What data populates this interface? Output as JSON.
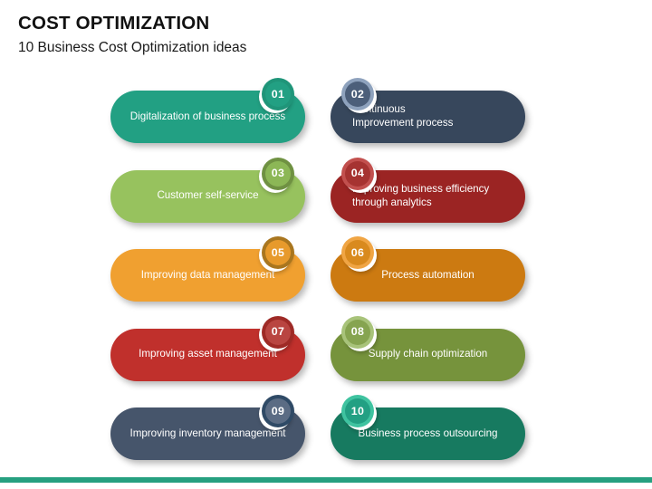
{
  "header": {
    "title": "COST OPTIMIZATION",
    "subtitle": "10 Business Cost Optimization ideas"
  },
  "theme": {
    "background": "#ffffff",
    "accent_bar_color": "#26a080",
    "title_color": "#111111",
    "label_color": "#ffffff"
  },
  "items": [
    {
      "number": "01",
      "label": "Digitalization of business process",
      "pill_color": "#22a083",
      "badge_outer_color": "#1f9579",
      "badge_inner_color": "#22a083",
      "badge_side": "right",
      "column": "left",
      "row": 1,
      "text_align": "center"
    },
    {
      "number": "02",
      "label": "Continuous\nImprovement process",
      "pill_color": "#37475c",
      "badge_outer_color": "#8ea2bd",
      "badge_inner_color": "#4c5f7a",
      "badge_side": "left",
      "column": "right",
      "row": 1,
      "text_align": "left"
    },
    {
      "number": "03",
      "label": "Customer self-service",
      "pill_color": "#97c25e",
      "badge_outer_color": "#6f9142",
      "badge_inner_color": "#8cb756",
      "badge_side": "right",
      "column": "left",
      "row": 2,
      "text_align": "center"
    },
    {
      "number": "04",
      "label": "Improving business efficiency\nthrough analytics",
      "pill_color": "#9b2423",
      "badge_outer_color": "#c2504e",
      "badge_inner_color": "#a63331",
      "badge_side": "left",
      "column": "right",
      "row": 2,
      "text_align": "left"
    },
    {
      "number": "05",
      "label": "Improving data management",
      "pill_color": "#f0a030",
      "badge_outer_color": "#a9761f",
      "badge_inner_color": "#e79a2c",
      "badge_side": "right",
      "column": "left",
      "row": 3,
      "text_align": "center"
    },
    {
      "number": "06",
      "label": "Process automation",
      "pill_color": "#cc7a11",
      "badge_outer_color": "#f0a544",
      "badge_inner_color": "#d98a1e",
      "badge_side": "left",
      "column": "right",
      "row": 3,
      "text_align": "center"
    },
    {
      "number": "07",
      "label": "Improving asset management",
      "pill_color": "#c0302c",
      "badge_outer_color": "#9e2a26",
      "badge_inner_color": "#b94541",
      "badge_side": "right",
      "column": "left",
      "row": 4,
      "text_align": "center"
    },
    {
      "number": "08",
      "label": "Supply chain optimization",
      "pill_color": "#76933c",
      "badge_outer_color": "#a8c37a",
      "badge_inner_color": "#86a450",
      "badge_side": "left",
      "column": "right",
      "row": 4,
      "text_align": "center"
    },
    {
      "number": "09",
      "label": "Improving inventory management",
      "pill_color": "#46556b",
      "badge_outer_color": "#2f4a66",
      "badge_inner_color": "#5b6c84",
      "badge_side": "right",
      "column": "left",
      "row": 5,
      "text_align": "center"
    },
    {
      "number": "10",
      "label": "Business process outsourcing",
      "pill_color": "#177a60",
      "badge_outer_color": "#3fc3a0",
      "badge_inner_color": "#22a083",
      "badge_side": "left",
      "column": "right",
      "row": 5,
      "text_align": "center"
    }
  ]
}
